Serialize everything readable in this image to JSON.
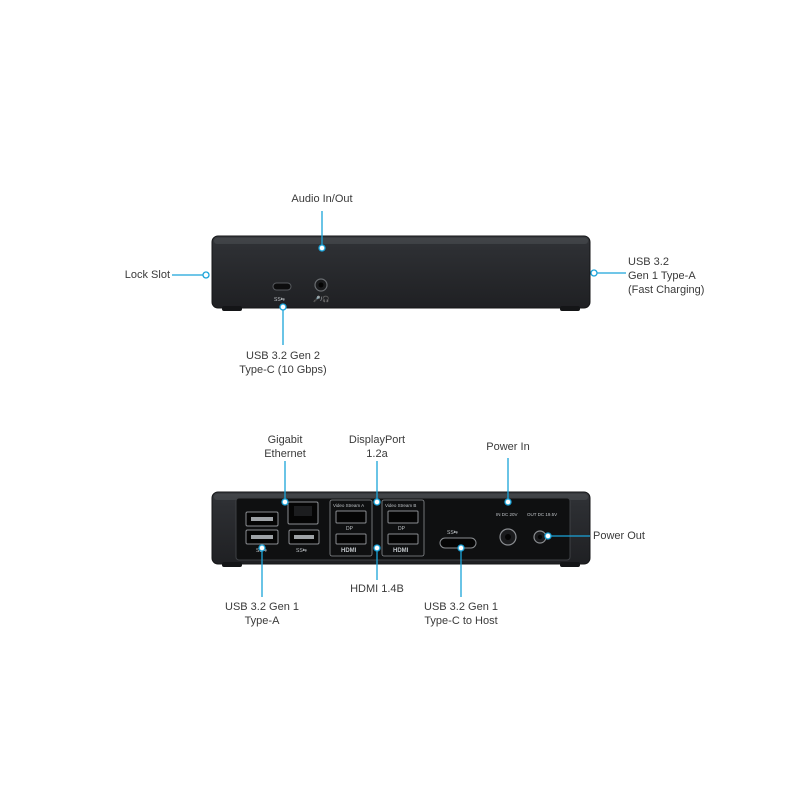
{
  "colors": {
    "accent": "#1aa3d9",
    "device_body": "#2c2e31",
    "device_edge": "#17181a",
    "port": "#0d0d0e",
    "port_label": "#bfc3c7",
    "text": "#3a3a3a"
  },
  "front_view": {
    "port_markings": {
      "usbc_badge": "SS⇆",
      "audio_badge": "🎤/🎧"
    },
    "callouts": {
      "audio": [
        "Audio In/Out"
      ],
      "lock": [
        "Lock Slot"
      ],
      "usb_a_fast": [
        "USB 3.2",
        "Gen 1 Type-A",
        "(Fast Charging)"
      ],
      "usb_c_10g": [
        "USB 3.2 Gen 2",
        "Type-C (10 Gbps)"
      ]
    }
  },
  "rear_view": {
    "port_markings": {
      "video_stream_a": "Video Stream A",
      "video_stream_b": "Video Stream B",
      "hdmi": "HDMI",
      "dp": "DP",
      "usb_ss": "SS⇆",
      "power_in_label": "IN DC 20V",
      "power_out_label": "OUT DC 19.5V"
    },
    "callouts": {
      "ethernet": [
        "Gigabit",
        "Ethernet"
      ],
      "displayport": [
        "DisplayPort",
        "1.2a"
      ],
      "power_in": [
        "Power In"
      ],
      "power_out": [
        "Power Out"
      ],
      "hdmi": [
        "HDMI 1.4B"
      ],
      "usb_a": [
        "USB 3.2 Gen 1",
        "Type-A"
      ],
      "usb_c_host": [
        "USB 3.2 Gen 1",
        "Type-C to Host"
      ]
    }
  }
}
